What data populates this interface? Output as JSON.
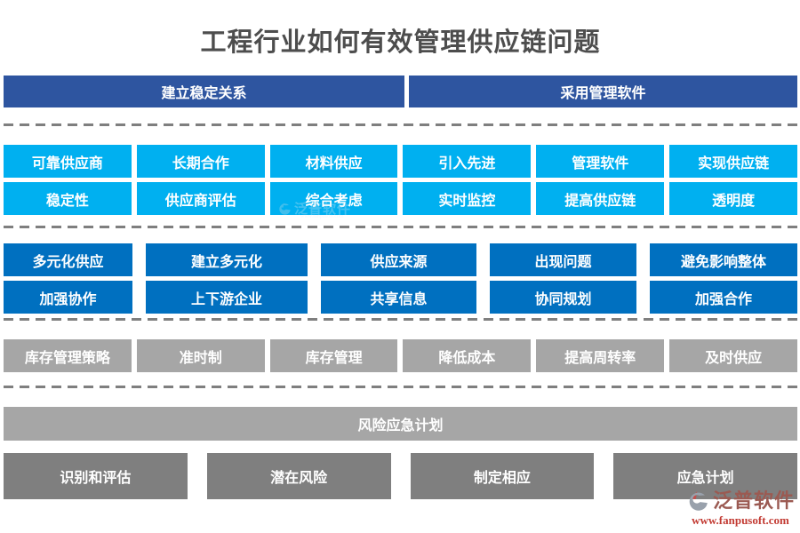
{
  "title": "工程行业如何有效管理供应链问题",
  "headers": [
    "建立稳定关系",
    "采用管理软件"
  ],
  "s1": {
    "rows": [
      [
        "可靠供应商",
        "长期合作",
        "材料供应",
        "引入先进",
        "管理软件",
        "实现供应链"
      ],
      [
        "稳定性",
        "供应商评估",
        "综合考虑",
        "实时监控",
        "提高供应链",
        "透明度"
      ]
    ]
  },
  "s2": {
    "rows": [
      [
        "多元化供应",
        "建立多元化",
        "供应来源",
        "出现问题",
        "避免影响整体"
      ],
      [
        "加强协作",
        "上下游企业",
        "共享信息",
        "协同规划",
        "加强合作"
      ]
    ]
  },
  "s3": {
    "items": [
      "库存管理策略",
      "准时制",
      "库存管理",
      "降低成本",
      "提高周转率",
      "及时供应"
    ]
  },
  "s4": {
    "header": "风险应急计划",
    "items": [
      "识别和评估",
      "潜在风险",
      "制定相应",
      "应急计划"
    ]
  },
  "watermark": {
    "brand": "泛普软件",
    "url": "www.fanpusoft.com"
  },
  "colors": {
    "navy": "#2e55a0",
    "light_blue": "#00b0f0",
    "medium_blue": "#0070c0",
    "light_gray": "#a6a6a6",
    "dark_gray": "#7f7f7f",
    "title_text": "#4d4d4d",
    "watermark_brand": "#9b5a52",
    "watermark_url": "#c23a32"
  }
}
